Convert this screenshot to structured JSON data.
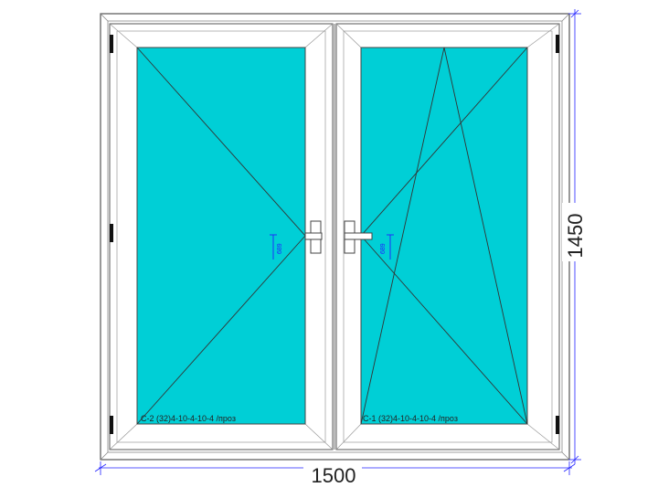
{
  "dimensions": {
    "width": "1500",
    "height": "1450"
  },
  "sashes": {
    "left": {
      "glass_label": "С-2   (32)4-10-4-10-4 /проз",
      "handle_height": "689"
    },
    "right": {
      "glass_label": "С-1   (32)4-10-4-10-4 /проз",
      "handle_height": "689"
    }
  },
  "colors": {
    "glass": "#00cfd6",
    "frame": "#ffffff",
    "outline": "#555555",
    "dimension": "#2222ff",
    "hinge": "#111111"
  }
}
